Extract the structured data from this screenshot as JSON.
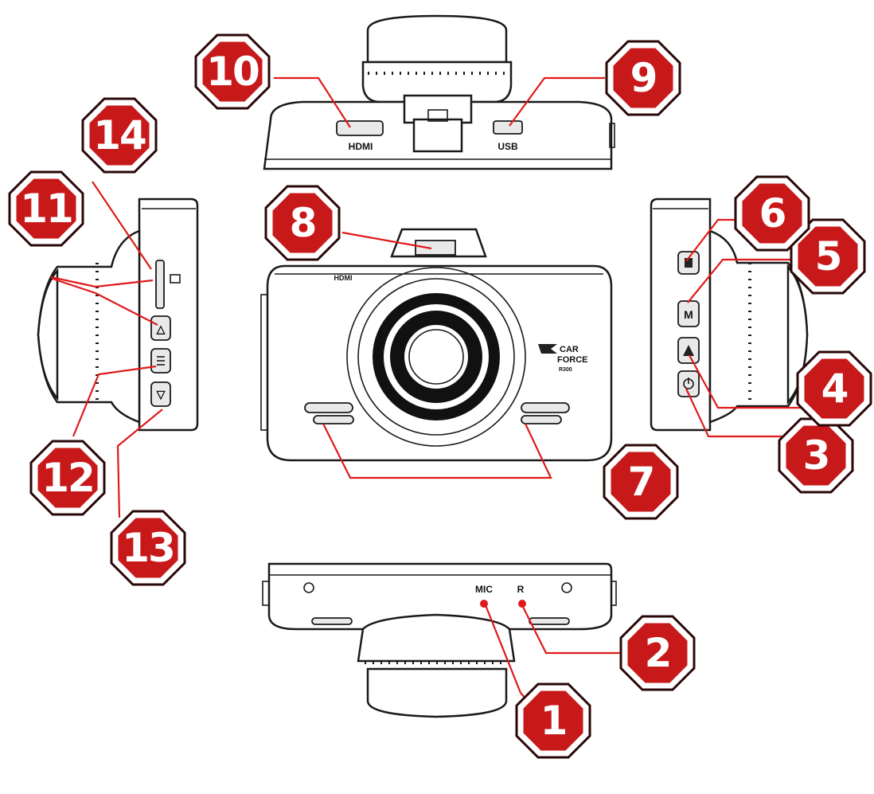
{
  "labels": {
    "hdmi_top": "HDMI",
    "usb_top": "USB",
    "hdmi_front": "HDMI",
    "mic": "MIC",
    "r": "R",
    "brand_line1": "CAR",
    "brand_line2": "FORCE",
    "model": "R300",
    "mode_key": "M",
    "up_key": "△",
    "down_key": "▽"
  },
  "badges": [
    {
      "number": "1"
    },
    {
      "number": "2"
    },
    {
      "number": "3"
    },
    {
      "number": "4"
    },
    {
      "number": "5"
    },
    {
      "number": "6"
    },
    {
      "number": "7"
    },
    {
      "number": "8"
    },
    {
      "number": "9"
    },
    {
      "number": "10"
    },
    {
      "number": "11"
    },
    {
      "number": "12"
    },
    {
      "number": "13"
    },
    {
      "number": "14"
    }
  ],
  "colors": {
    "badge": "#c8191a",
    "leader": "#e01a1a",
    "outline": "#1a1a1a"
  }
}
